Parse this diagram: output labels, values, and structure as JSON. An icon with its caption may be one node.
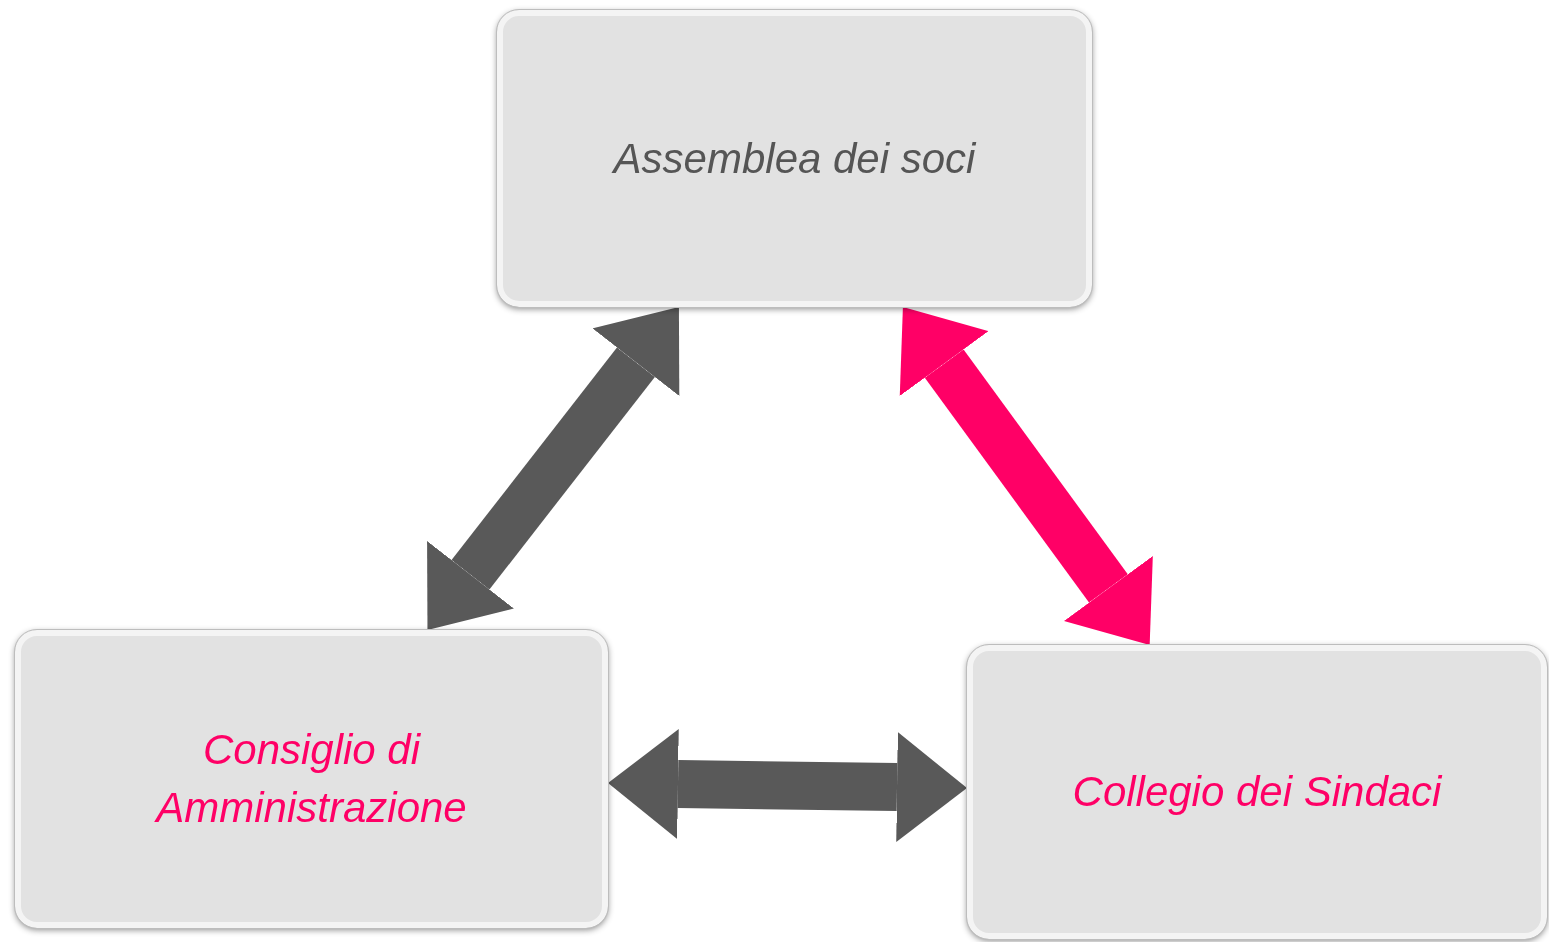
{
  "diagram": {
    "nodes": [
      {
        "text": [
          "Assemblea dei soci"
        ]
      },
      {
        "text": [
          "Consiglio di Amministrazione"
        ]
      },
      {
        "text": [
          "Collegio dei Sindaci"
        ]
      }
    ],
    "edges": [
      {
        "from": 0,
        "to": 1,
        "arrow": "both"
      },
      {
        "from": 0,
        "to": 2,
        "arrow": "both",
        "color": "#ff0066"
      },
      {
        "from": 1,
        "to": 2,
        "arrow": "both"
      }
    ]
  }
}
